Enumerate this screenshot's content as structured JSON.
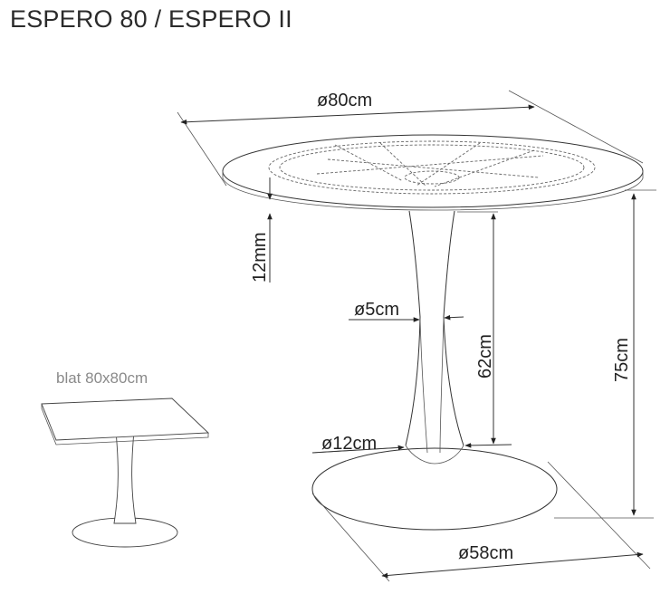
{
  "title": "ESPERO 80 / ESPERO II",
  "labels": {
    "top_diameter": "ø80cm",
    "top_thickness": "12mm",
    "stem_diameter": "ø5cm",
    "stem_base_diameter": "ø12cm",
    "leg_height": "62cm",
    "total_height": "75cm",
    "base_diameter": "ø58cm",
    "variant_top": "blat 80x80cm"
  }
}
